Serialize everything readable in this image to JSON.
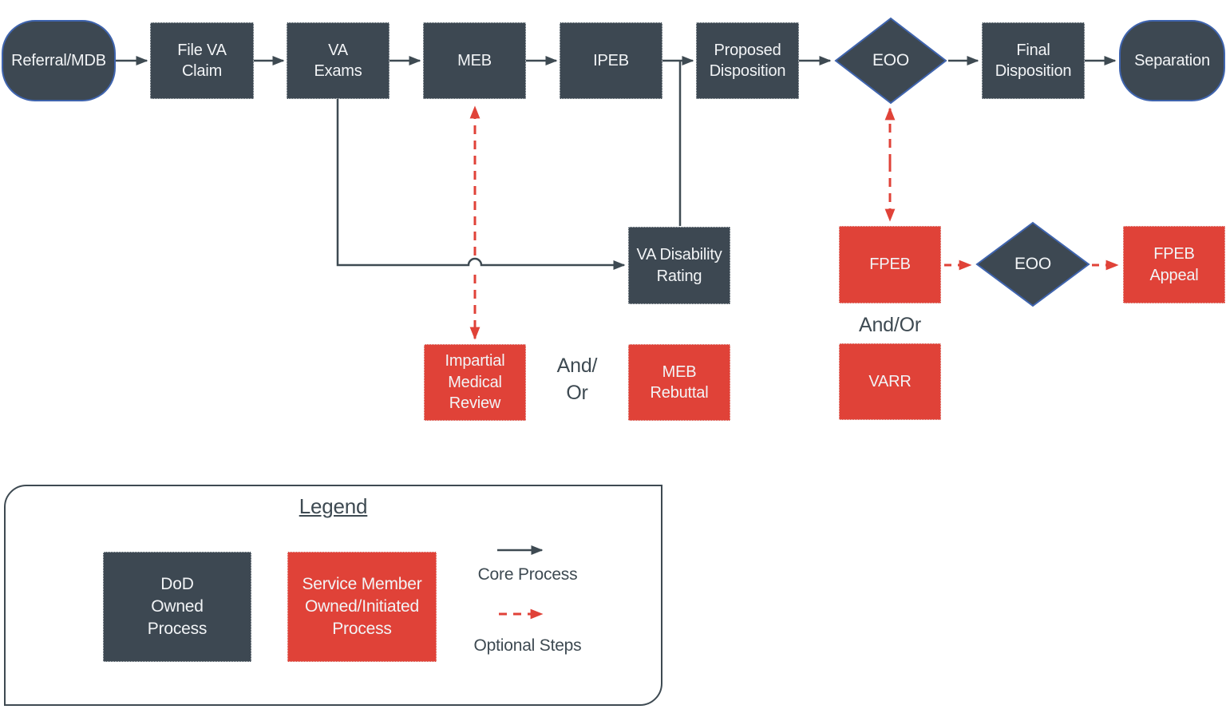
{
  "diagram": {
    "type": "flowchart",
    "colors": {
      "dod_process_fill": "#3D4852",
      "service_member_process_fill": "#E04238",
      "terminator_decision_border": "#3F64AE",
      "core_process_line": "#3E4A52",
      "optional_step_line": "#E04238",
      "node_text": "#F2F4F6",
      "annotation_text": "#3E4A52"
    },
    "nodes": {
      "referral_mdb": {
        "label": "Referral/MDB",
        "shape": "terminator",
        "owner": "dod"
      },
      "file_va_claim": {
        "label": "File VA\nClaim",
        "shape": "process",
        "owner": "dod"
      },
      "va_exams": {
        "label": "VA\nExams",
        "shape": "process",
        "owner": "dod"
      },
      "meb": {
        "label": "MEB",
        "shape": "process",
        "owner": "dod"
      },
      "ipeb": {
        "label": "IPEB",
        "shape": "process",
        "owner": "dod"
      },
      "proposed_disposition": {
        "label": "Proposed\nDisposition",
        "shape": "process",
        "owner": "dod"
      },
      "eoo_top": {
        "label": "EOO",
        "shape": "decision",
        "owner": "dod"
      },
      "final_disposition": {
        "label": "Final\nDisposition",
        "shape": "process",
        "owner": "dod"
      },
      "separation": {
        "label": "Separation",
        "shape": "terminator",
        "owner": "dod"
      },
      "va_disability_rating": {
        "label": "VA Disability\nRating",
        "shape": "process",
        "owner": "dod"
      },
      "impartial_medical_review": {
        "label": "Impartial\nMedical\nReview",
        "shape": "process",
        "owner": "service_member"
      },
      "meb_rebuttal": {
        "label": "MEB\nRebuttal",
        "shape": "process",
        "owner": "service_member"
      },
      "fpeb": {
        "label": "FPEB",
        "shape": "process",
        "owner": "service_member"
      },
      "eoo_mid": {
        "label": "EOO",
        "shape": "decision",
        "owner": "dod"
      },
      "fpeb_appeal": {
        "label": "FPEB\nAppeal",
        "shape": "process",
        "owner": "service_member"
      },
      "varr": {
        "label": "VARR",
        "shape": "process",
        "owner": "service_member"
      }
    },
    "annotations": {
      "and_or_meb": "And/\nOr",
      "and_or_fpeb": "And/Or"
    },
    "edges": [
      {
        "from": "referral_mdb",
        "to": "file_va_claim",
        "style": "core"
      },
      {
        "from": "file_va_claim",
        "to": "va_exams",
        "style": "core"
      },
      {
        "from": "va_exams",
        "to": "meb",
        "style": "core"
      },
      {
        "from": "meb",
        "to": "ipeb",
        "style": "core"
      },
      {
        "from": "ipeb",
        "to": "proposed_disposition",
        "style": "core"
      },
      {
        "from": "proposed_disposition",
        "to": "eoo_top",
        "style": "core"
      },
      {
        "from": "eoo_top",
        "to": "final_disposition",
        "style": "core"
      },
      {
        "from": "final_disposition",
        "to": "separation",
        "style": "core"
      },
      {
        "from": "va_exams",
        "to": "va_disability_rating",
        "style": "core"
      },
      {
        "from": "va_disability_rating",
        "to": "proposed_disposition",
        "style": "core"
      },
      {
        "from": "meb",
        "to": "impartial_medical_review",
        "style": "optional",
        "bidirectional": true
      },
      {
        "from": "eoo_top",
        "to": "fpeb",
        "style": "optional",
        "bidirectional": true
      },
      {
        "from": "fpeb",
        "to": "eoo_mid",
        "style": "optional"
      },
      {
        "from": "eoo_mid",
        "to": "fpeb_appeal",
        "style": "optional"
      }
    ],
    "legend": {
      "title": "Legend",
      "dod_box_label": "DoD\nOwned\nProcess",
      "service_member_box_label": "Service Member\nOwned/Initiated\nProcess",
      "core_process_label": "Core Process",
      "optional_steps_label": "Optional Steps"
    }
  }
}
